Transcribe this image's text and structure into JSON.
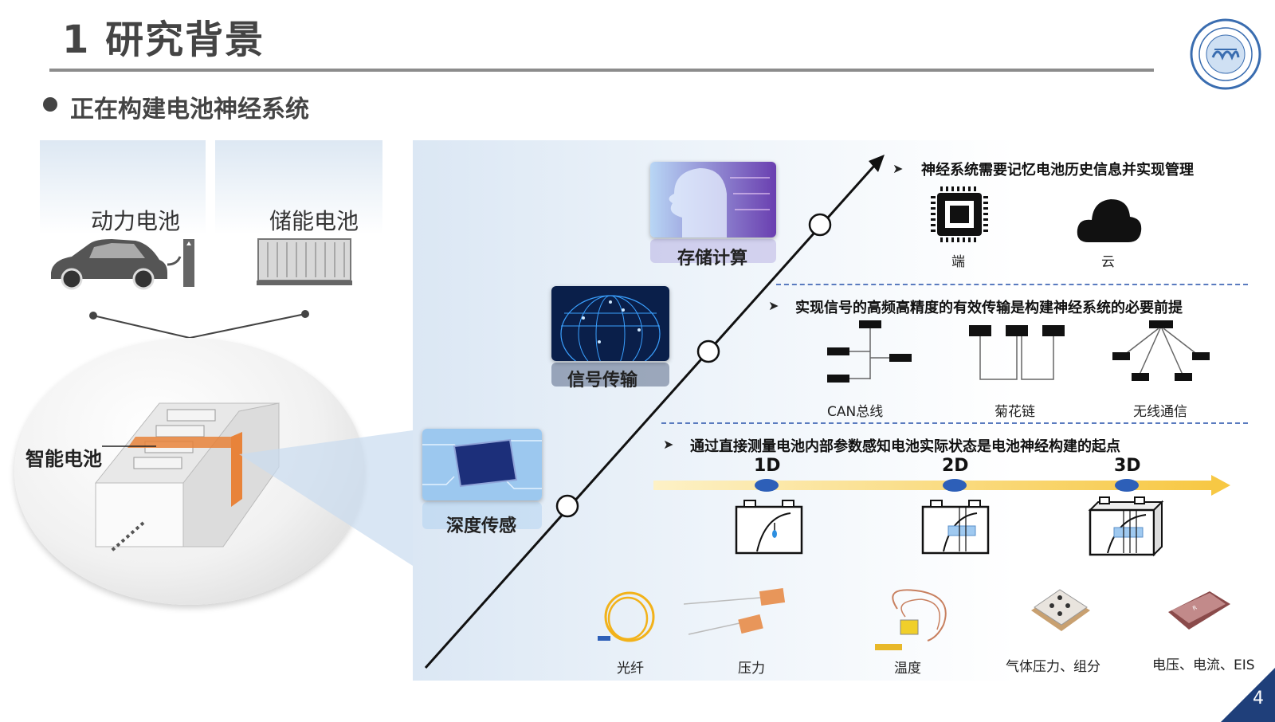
{
  "header": {
    "title": "1 研究背景",
    "subtitle": "正在构建电池神经系统"
  },
  "left": {
    "power_battery": "动力电池",
    "storage_battery": "储能电池",
    "smart_battery": "智能电池"
  },
  "stages": {
    "sensing": "深度传感",
    "transmission": "信号传输",
    "storage_compute": "存储计算"
  },
  "sections": {
    "memory": {
      "heading": "神经系统需要记忆电池历史信息并实现管理",
      "items": [
        "端",
        "云"
      ]
    },
    "signal": {
      "heading": "实现信号的高频高精度的有效传输是构建神经系统的必要前提",
      "items": [
        "CAN总线",
        "菊花链",
        "无线通信"
      ]
    },
    "sensing": {
      "heading": "通过直接测量电池内部参数感知电池实际状态是电池神经构建的起点",
      "dims": [
        "1D",
        "2D",
        "3D"
      ],
      "sensors": [
        "光纤",
        "压力",
        "温度",
        "气体压力、组分",
        "电压、电流、EIS"
      ]
    }
  },
  "colors": {
    "accent_blue": "#1f3f7a",
    "orange": "#e8833a",
    "timeline_yellow": "#f7c844"
  },
  "page_number": "4"
}
